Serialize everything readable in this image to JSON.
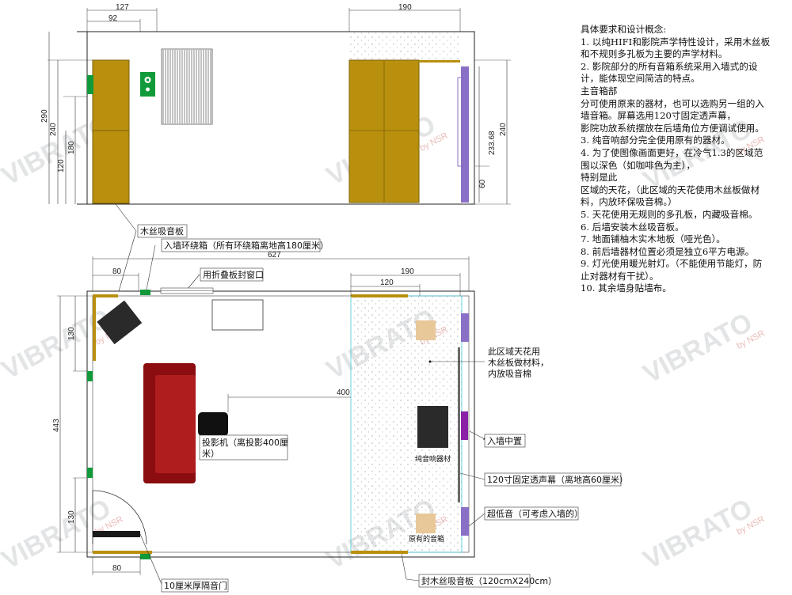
{
  "notes": {
    "heading": "具体要求和设计概念:",
    "items": [
      "1. 以纯HIFI和影院声学特性设计，采用木丝板和不规则多孔板为主要的声学材料。",
      "2. 影院部分的所有音箱系统采用入墙式的设计，能体现空间简洁的特点。",
      "主音箱部",
      "分可使用原来的器材，也可以选购另一组的入墙音箱。屏幕选用120寸固定透声幕，",
      "影院功放系统摆放在后墙角位方便调试使用。",
      "3. 纯音响部分完全使用原有的器材。",
      "4. 为了使图像画面更好，在冷气1.3的区域范围以深色（如咖啡色为主），",
      "特别是此",
      "区域的天花，（此区域的天花使用木丝板做材料，内放环保吸音棉。）",
      "5. 天花使用无规则的多孔板，内藏吸音棉。",
      "6. 后墙安装木丝吸音板。",
      "7. 地面铺柚木实木地板（哑光色）。",
      "8. 前后墙器材位置必须是独立6平方电源。",
      "9. 灯光使用暖光射灯。（不能使用节能灯，防止对器材有干扰）。",
      "10. 其余墙身贴墙布。"
    ]
  },
  "elevation_dims": {
    "d127": "127",
    "d92": "92",
    "d190": "190",
    "d290": "290",
    "d240": "240",
    "d180": "180",
    "d120": "120",
    "d233": "233.68",
    "d240r": "240",
    "d60": "60"
  },
  "plan_dims": {
    "d627": "627",
    "d80top": "80",
    "d190": "190",
    "d120": "120",
    "d130top": "130",
    "d443": "443",
    "d130bot": "130",
    "d80bot": "80",
    "d400": "400"
  },
  "callouts": {
    "wood_panel": "木丝吸音板",
    "in_wall_surround": "入墙环绕箱（所有环绕箱离地高180厘米）",
    "folding_window": "用折叠板封窗口",
    "projector_l1": "投影机（离投影400厘",
    "projector_l2": "米）",
    "ceiling_l1": "此区域天花用",
    "ceiling_l2": "木丝板做材料，",
    "ceiling_l3": "内放吸音棉",
    "center": "入墙中置",
    "pure_audio": "纯音响器材",
    "screen": "120寸固定透声幕（离地高60厘米）",
    "subwoofer": "超低音（可考虑入墙的）",
    "original_speaker": "原有的音箱",
    "door": "10厘米厚隔音门",
    "rear_panel": "封木丝吸音板（120cmX240cm）"
  },
  "watermark": {
    "brand": "VIBRATO",
    "by": "by NSR"
  },
  "colors": {
    "wood": "#b8900e",
    "sofa": "#8b0d10",
    "sofa_inner": "#b01d1e",
    "speaker_green": "#119a3a",
    "purple": "#8a6fc6",
    "magenta": "#8b1fa6",
    "cyan": "#44c8d8",
    "equipment": "#2a2a2a"
  }
}
